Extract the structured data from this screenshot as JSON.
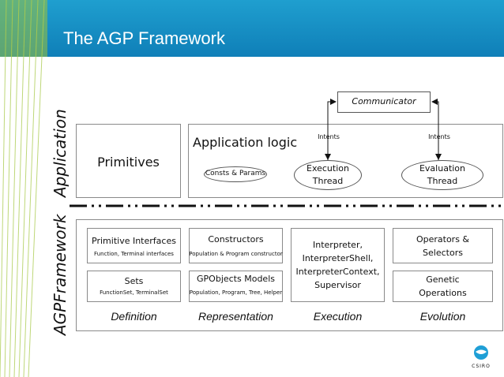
{
  "slide": {
    "title": "The AGP Framework",
    "logo_text": "CSIRO"
  },
  "side_labels": {
    "application": "Application",
    "framework": "AGPFramework"
  },
  "application": {
    "communicator": "Communicator",
    "intents_left": "Intents",
    "intents_right": "Intents",
    "primitives": "Primitives",
    "app_logic": "Application logic",
    "consts_params": "Consts & Params",
    "execution_thread": [
      "Execution",
      "Thread"
    ],
    "evaluation_thread": [
      "Evaluation",
      "Thread"
    ]
  },
  "framework": {
    "primitive_interfaces": "Primitive Interfaces",
    "primitive_interfaces_sub": "Function, Terminal interfaces",
    "sets": "Sets",
    "sets_sub": "FunctionSet, TerminalSet",
    "constructors": "Constructors",
    "constructors_sub": "Population & Program constructor",
    "gpobjects": "GPObjects Models",
    "gpobjects_sub": "Population, Program, Tree, Helper",
    "interpreter": [
      "Interpreter,",
      "InterpreterShell,",
      "InterpreterContext,",
      "Supervisor"
    ],
    "operators": [
      "Operators &",
      "Selectors"
    ],
    "genetic": [
      "Genetic",
      "Operations"
    ]
  },
  "columns": [
    "Definition",
    "Representation",
    "Execution",
    "Evolution"
  ],
  "colors": {
    "header": "#1482c0",
    "stripe": "#9dc23a",
    "box_border": "#8a8a8a",
    "logo": "#1f9fd6"
  }
}
